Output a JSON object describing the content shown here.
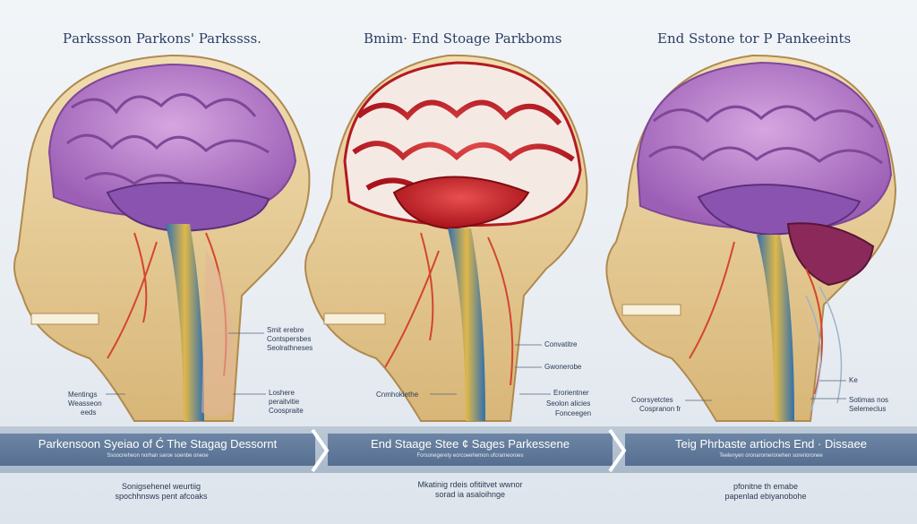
{
  "titles": [
    "Pаrkssson Parkons' Parkssss.",
    "Bmim· End Stoage Parkboms",
    "End Sstone tor P Pankeeints"
  ],
  "labels": {
    "l1": "Smit erebre",
    "l2": "Contspersbes",
    "l3": "Seolrathneses",
    "l4": "Mentings",
    "l5": "Weasseon",
    "l6": "eeds",
    "l7": "Loshere",
    "l8": "peraitvitie",
    "l9": "Coospraite",
    "l10": "Convatitre",
    "l11": "Gwonerobe",
    "l12": "Cnmhokiethe",
    "l13": "Erorientner",
    "l14": "Seolon alicies",
    "l15": "Fonceegen",
    "l16": "Ke",
    "l17": "Coorsyetctes",
    "l18": "Cospranon fr",
    "l19": "Sotimas nos",
    "l20": "Selemeclus"
  },
  "bottom": {
    "panels": [
      {
        "title": "Parkensoon Syeiao of Ć The Stagag Dessornt",
        "subtitle": "Ssoocneheon norhan saroe soenbe oneoe"
      },
      {
        "title": "End Staage Stee ¢ Sages Parkessene",
        "subtitle": "Forsonegerety eorcoeehemon ufcrarneoroes"
      },
      {
        "title": "Teig Phrbaste artiochs  End · Dissaee",
        "subtitle": "Teelenyen oronaromeronehen sorerioronee"
      }
    ],
    "captions": [
      {
        "line1": "Sonigsehenel weurtiig",
        "line2": "spochhnsws pent afcoaks"
      },
      {
        "line1": "Mkatinig rdeis ofitiitvet wwnor",
        "line2": "sorad ia asaloihnge"
      },
      {
        "line1": "pfonitne th emabe",
        "line2": "papenlad ebiyanobohe"
      }
    ]
  },
  "colors": {
    "brain_purple": "#b77ec9",
    "brain_red": "#c8242b",
    "skull": "#e8cf98",
    "band": "#566f91",
    "ink": "#2c3e63"
  }
}
